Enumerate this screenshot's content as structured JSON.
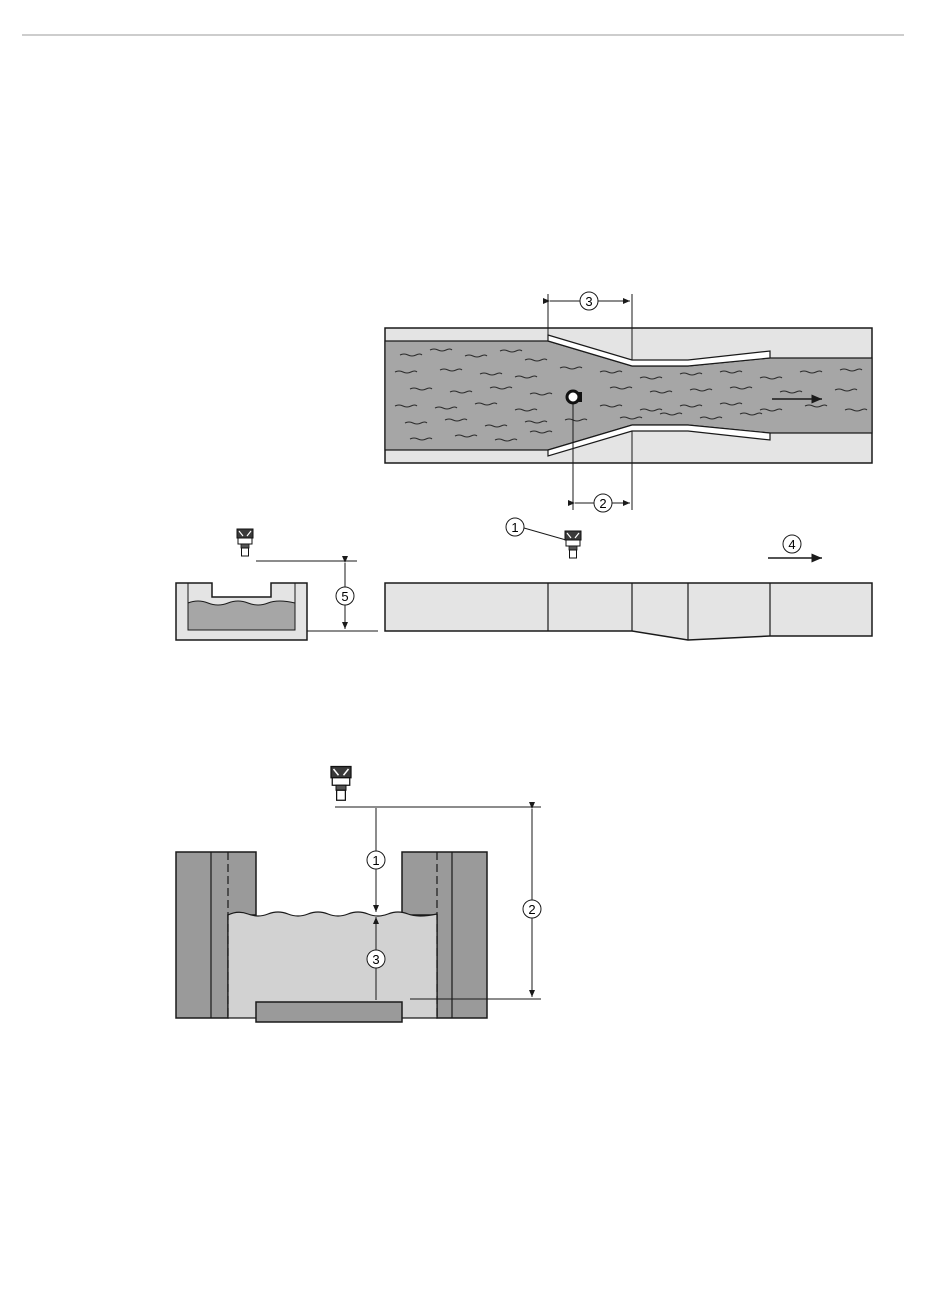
{
  "figure_top": {
    "callouts": {
      "c1": "1",
      "c2": "2",
      "c3": "3",
      "c4": "4",
      "c5": "5"
    }
  },
  "figure_bottom": {
    "callouts": {
      "c1": "1",
      "c2": "2",
      "c3": "3"
    }
  },
  "colors": {
    "water_dark": "#a6a6a6",
    "water_light": "#d2d2d2",
    "channel_fill": "#e4e4e4",
    "wall_dark": "#9a9a9a",
    "line": "#1a1a1a",
    "rule": "#9b9b9b"
  },
  "icons": [
    "level-sensor-icon",
    "flow-arrow-icon"
  ]
}
